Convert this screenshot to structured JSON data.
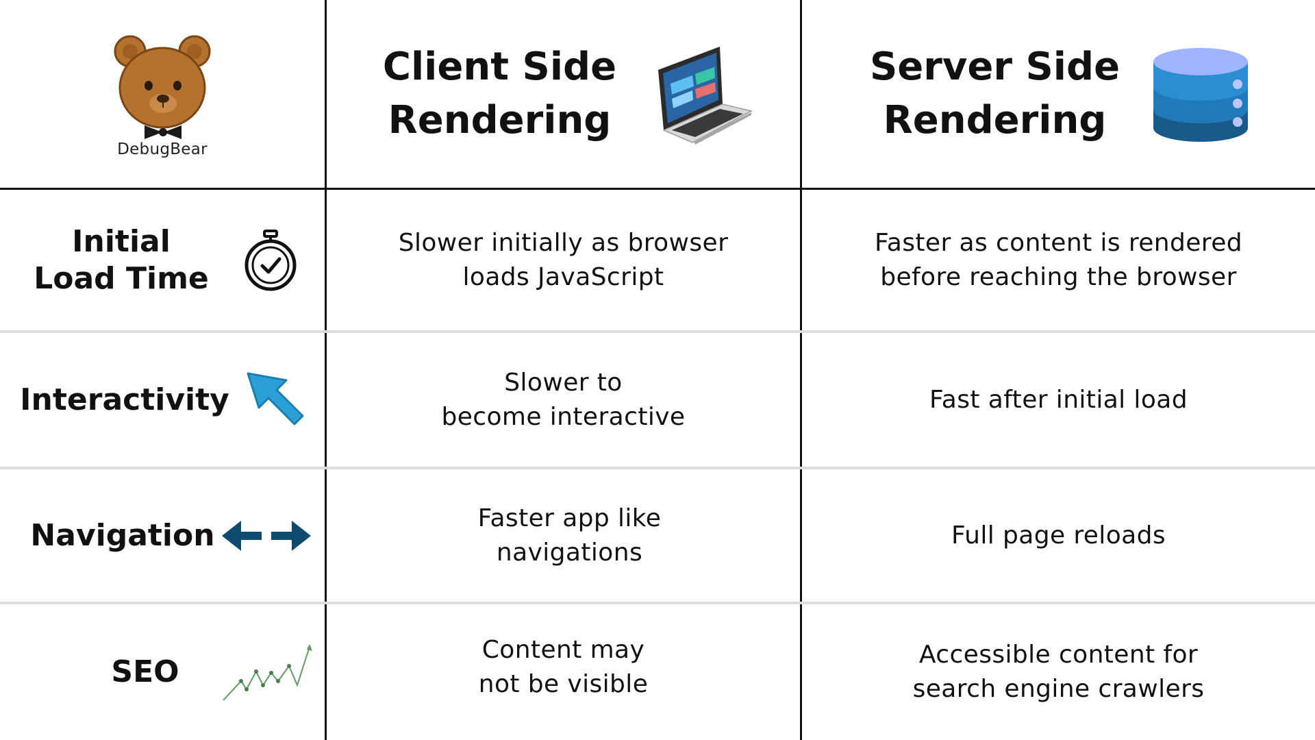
{
  "brand": {
    "name": "DebugBear",
    "logo_icon": "bear-icon"
  },
  "header": {
    "client": {
      "title": "Client Side\nRendering",
      "icon": "laptop-icon"
    },
    "server": {
      "title": "Server Side\nRendering",
      "icon": "database-icon"
    }
  },
  "rows": [
    {
      "label": "Initial\nLoad Time",
      "icon": "stopwatch-icon",
      "client": "Slower initially as browser\nloads JavaScript",
      "server": "Faster as content is rendered\nbefore reaching the browser"
    },
    {
      "label": "Interactivity",
      "icon": "cursor-arrow-icon",
      "client": "Slower to\nbecome interactive",
      "server": "Fast after initial load"
    },
    {
      "label": "Navigation",
      "icon": "double-arrow-icon",
      "client": "Faster app like\nnavigations",
      "server": "Full page reloads"
    },
    {
      "label": "SEO",
      "icon": "trend-up-icon",
      "client": "Content may\nnot be visible",
      "server": "Accessible content for\nsearch engine crawlers"
    }
  ],
  "colors": {
    "bear_fur": "#b5712e",
    "arrow_blue": "#2aa0d6",
    "nav_arrow": "#0f4b6e",
    "db_top": "#9fb4ff",
    "db_mid": "#2c86c6",
    "db_bottom": "#1a5a8a",
    "trend_green": "#5f9a62",
    "grid_dark": "#111111",
    "grid_light": "#dcdcdc"
  }
}
